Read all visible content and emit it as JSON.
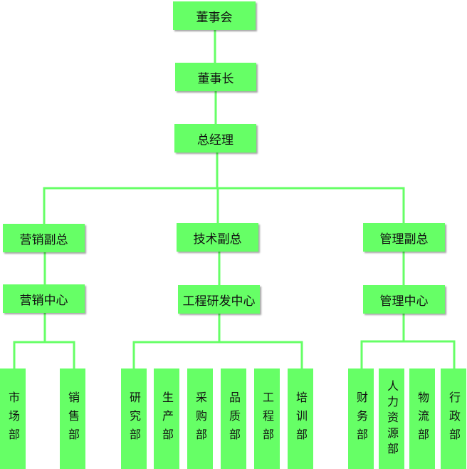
{
  "colors": {
    "node": "#66ff66",
    "line": "#66ff66"
  },
  "top": [
    "董事会",
    "董事长",
    "总经理"
  ],
  "vps": [
    "营销副总",
    "技术副总",
    "管理副总"
  ],
  "centers": [
    "营销中心",
    "工程研发中心",
    "管理中心"
  ],
  "marketing_depts": [
    "市场部",
    "销售部"
  ],
  "tech_depts": [
    "研究部",
    "生产部",
    "采购部",
    "品质部",
    "工程部",
    "培训部"
  ],
  "admin_depts": [
    "财务部",
    "人力资源部",
    "物流部",
    "行政部"
  ]
}
